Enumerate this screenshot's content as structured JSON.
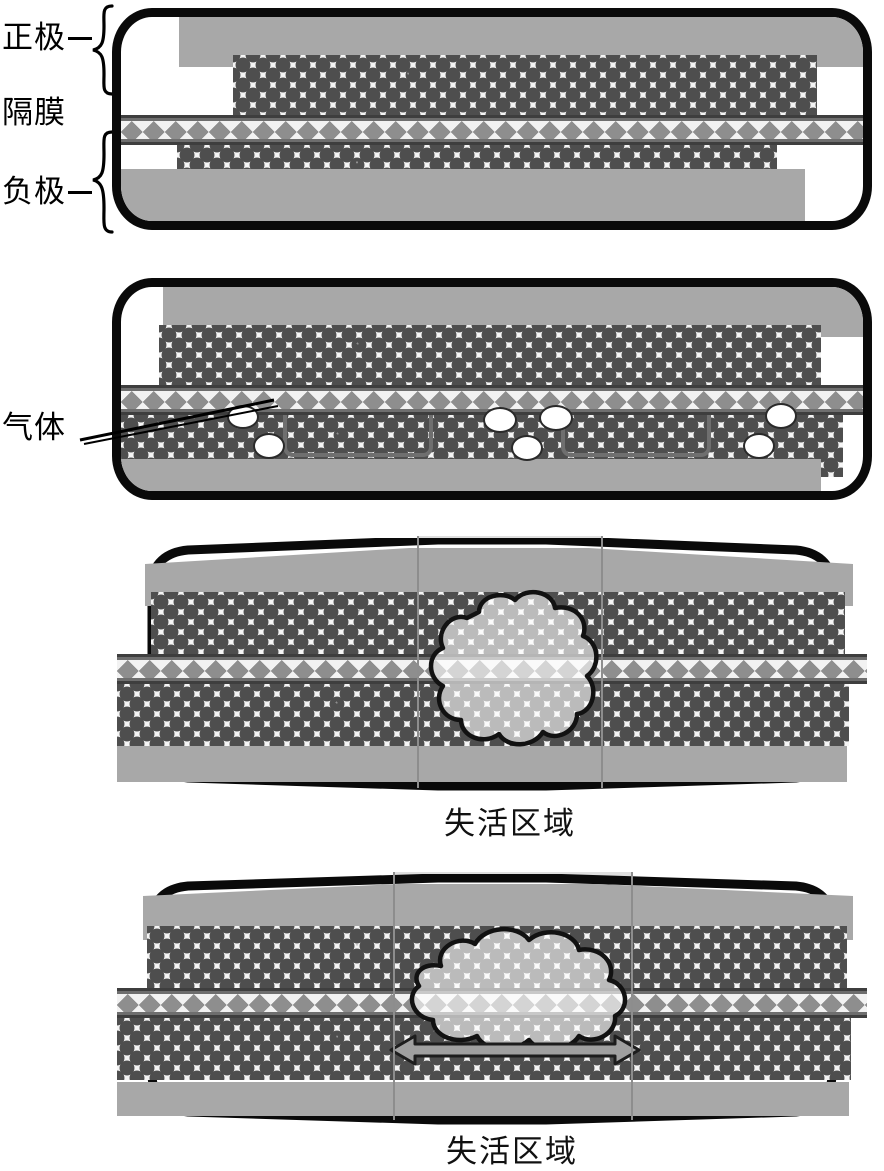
{
  "figure": {
    "title": "Lithium-ion pouch cell gas generation and delamination failure sequence",
    "colors": {
      "casing": "#0a0a0a",
      "collector": "#a8a8a8",
      "particle_dark": "#4e4e4e",
      "particle_bg": "#9c9c9c",
      "separator": "#6e6e6e",
      "separator_zigzag": "#f2f2f2",
      "gas_bubble": "#ffffff",
      "zone_band": "#b2b2b2",
      "cloud_outline": "#111111"
    }
  },
  "labels": {
    "cathode": "正极",
    "separator": "隔膜",
    "anode": "负极",
    "gas": "气体"
  },
  "captions": {
    "panel3": "失活区域",
    "panel4": "失活区域"
  },
  "icons": {
    "brace_top": "curly-brace-icon",
    "brace_bottom": "curly-brace-icon",
    "leader": "leader-line-icon",
    "double_arrow": "double-headed-arrow-icon"
  },
  "panels": [
    {
      "id": "panel-1",
      "stage": 1,
      "description": "Pristine cell: cathode layer, separator, anode layer stacked flat",
      "bulged": false,
      "gas_bubbles": 0,
      "cracks": 0,
      "cloud": false,
      "zone_highlight": false,
      "caption": ""
    },
    {
      "id": "panel-2",
      "stage": 2,
      "description": "Gas generation: discrete gas bubbles nucleate in anode, small interfacial cracks appear",
      "bulged": false,
      "gas_bubbles": 7,
      "cracks": 2,
      "cloud": false,
      "zone_highlight": false,
      "caption": ""
    },
    {
      "id": "panel-3",
      "stage": 3,
      "description": "Gas coalesces into a large pocket at cell center, casing bulges outward",
      "bulged": true,
      "gas_bubbles": 0,
      "cracks": 0,
      "cloud": true,
      "zone_highlight": true,
      "caption": "失活区域"
    },
    {
      "id": "panel-4",
      "stage": 4,
      "description": "Gas pocket spreads laterally along the separator; anode delaminates across the deactivated zone",
      "bulged": true,
      "gas_bubbles": 0,
      "cracks": 1,
      "cloud": true,
      "zone_highlight": true,
      "caption": "失活区域"
    }
  ]
}
